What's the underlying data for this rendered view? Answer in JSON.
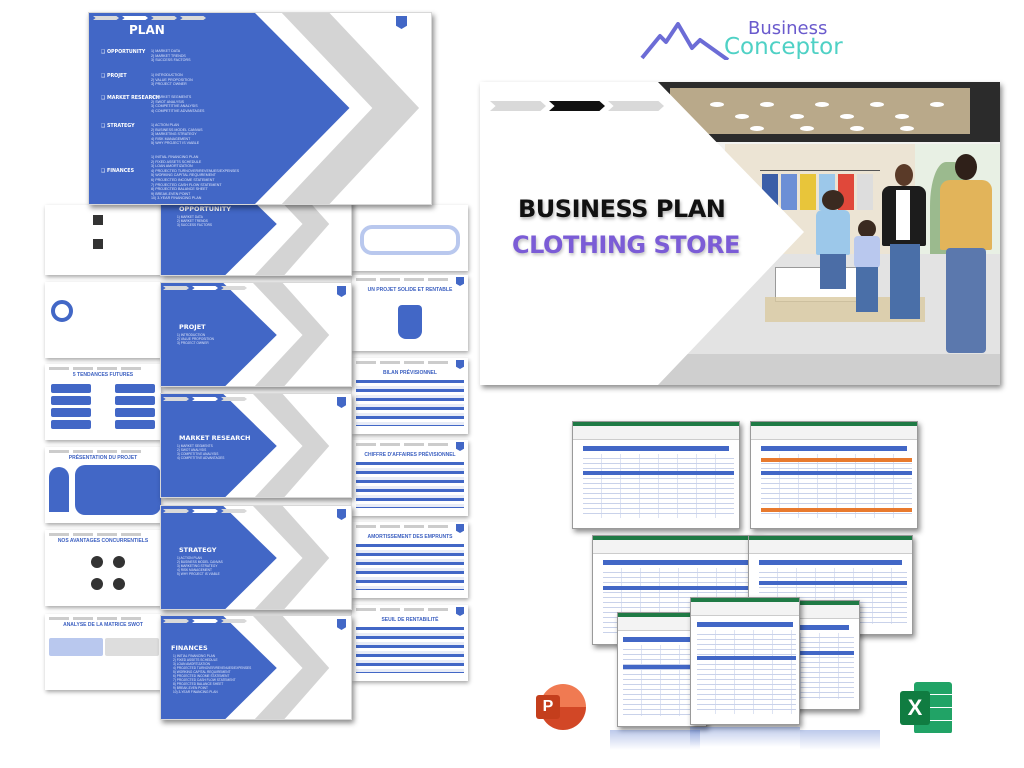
{
  "brand": {
    "name_line1": "Business",
    "name_line2": "Conceptor",
    "colors": {
      "mountain": "#6c6cd6",
      "business": "#6a5acd",
      "conceptor": "#4fd1c5"
    }
  },
  "cover": {
    "title": "BUSINESS PLAN",
    "subtitle": "CLOTHING STORE",
    "title_color": "#111111",
    "subtitle_color": "#7b5cd6"
  },
  "plan": {
    "title": "PLAN",
    "sections": [
      {
        "label": "OPPORTUNITY",
        "items": [
          "1) MARKET DATA",
          "2) MARKET TRENDS",
          "3) SUCCESS FACTORS"
        ]
      },
      {
        "label": "PROJET",
        "items": [
          "1) INTRODUCTION",
          "2) VALUE PROPOSITION",
          "3) PROJECT OWNER"
        ]
      },
      {
        "label": "MARKET RESEARCH",
        "items": [
          "1) MARKET SEGMENTS",
          "2) SWOT ANALYSIS",
          "3) COMPETITIVE ANALYSIS",
          "4) COMPETITIVE ADVANTAGES"
        ]
      },
      {
        "label": "STRATEGY",
        "items": [
          "1) ACTION PLAN",
          "2) BUSINESS MODEL CANVAS",
          "3) MARKETING STRATEGY",
          "4) RISK MANAGEMENT",
          "5) WHY PROJECT IS VIABLE"
        ]
      },
      {
        "label": "FINANCES",
        "items": [
          "1) INITIAL FINANCING PLAN",
          "2) FIXED ASSETS SCHEDULE",
          "3) LOAN AMORTIZATION",
          "4) PROJECTED TURNOVER/REVENUES/EXPENSES",
          "5) WORKING CAPITAL REQUIREMENT",
          "6) PROJECTED INCOME STATEMENT",
          "7) PROJECTED CASH FLOW STATEMENT",
          "8) PROJECTED BALANCE SHEET",
          "9) BREAK-EVEN POINT",
          "10) 3-YEAR FINANCING PLAN"
        ]
      }
    ]
  },
  "side_slides_right": [
    "UN PROJET SOLIDE ET RENTABLE",
    "BILAN PRÉVISIONNEL",
    "CHIFFRE D'AFFAIRES PRÉVISIONNEL",
    "AMORTISSEMENT DES EMPRUNTS",
    "SEUIL DE RENTABILITÉ"
  ],
  "side_slides_left": [
    "5 TENDANCES FUTURES",
    "PRÉSENTATION DU PROJET",
    "NOS AVANTAGES CONCURRENTIELS",
    "ANALYSE DE LA MATRICE SWOT"
  ],
  "colors": {
    "slide_blue": "#4267c6",
    "chevron_gray": "#d4d4d4",
    "excel_green": "#1f7a45",
    "powerpoint_orange": "#e4572e"
  },
  "icons": {
    "powerpoint": "powerpoint-icon",
    "excel": "excel-icon"
  },
  "app_letters": {
    "powerpoint": "P",
    "excel": "X"
  }
}
